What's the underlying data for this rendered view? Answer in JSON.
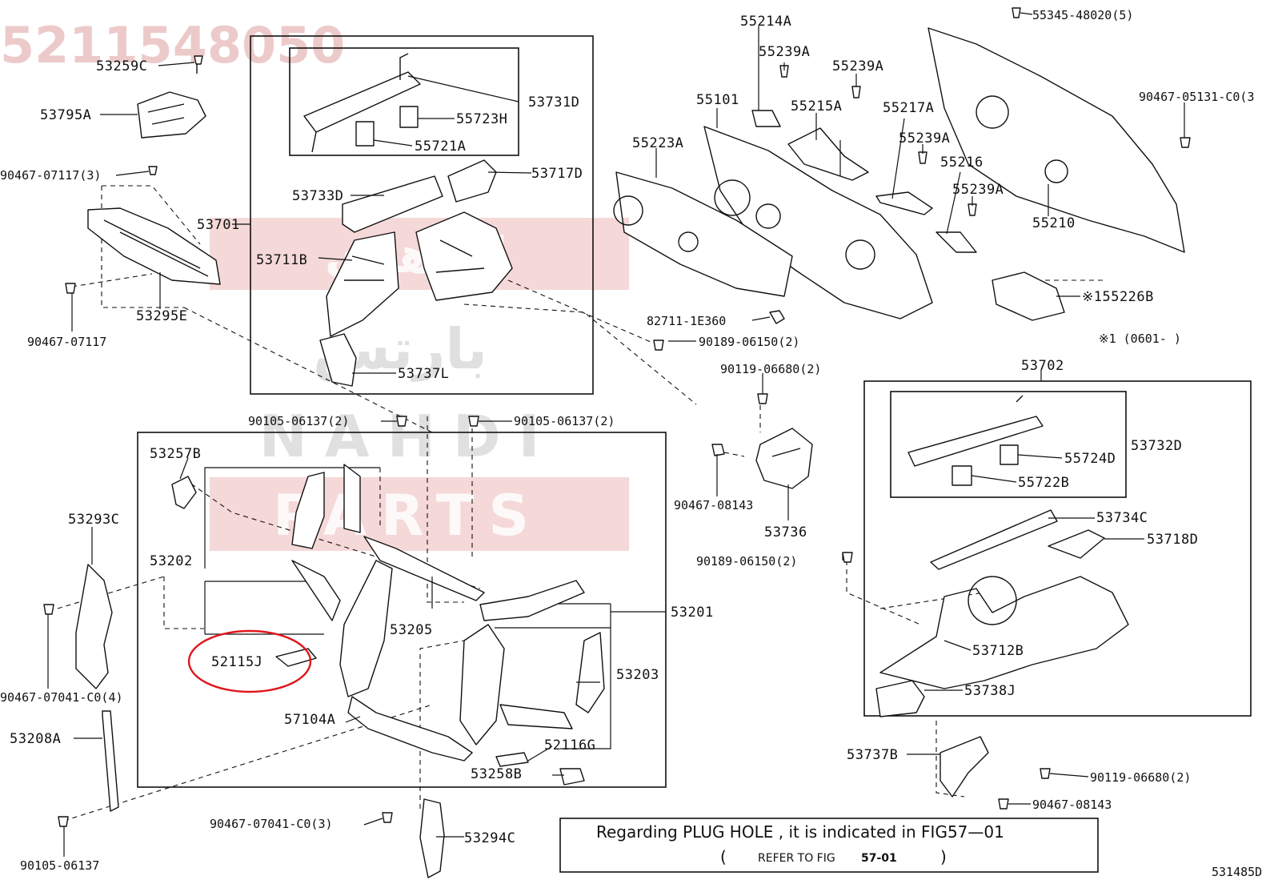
{
  "watermark": {
    "part_number": "5211548050",
    "arabic_text": "الناهدي",
    "arabic_text2": "بارتس",
    "brand_line1": "NAHDI",
    "brand_line2": "PARTS"
  },
  "labels": {
    "p53259C": "53259C",
    "p53795A": "53795A",
    "p90467_07117_3": "90467-07117(3)",
    "p53701": "53701",
    "p53295E": "53295E",
    "p90467_07117": "90467-07117",
    "p53731D": "53731D",
    "p55723H": "55723H",
    "p55721A": "55721A",
    "p53717D": "53717D",
    "p53733D": "53733D",
    "p53711B": "53711B",
    "p53737L": "53737L",
    "p55214A": "55214A",
    "p55239A_1": "55239A",
    "p55239A_2": "55239A",
    "p55101": "55101",
    "p55215A": "55215A",
    "p55217A": "55217A",
    "p55239A_3": "55239A",
    "p55216": "55216",
    "p55239A_4": "55239A",
    "p55223A": "55223A",
    "p55345": "55345-48020(5)",
    "p90467_05131": "90467-05131-C0(3",
    "p55210": "55210",
    "p55226B": "※155226B",
    "p82711": "82711-1E360",
    "p90189_06150_a": "90189-06150(2)",
    "p_note_range": "※1  (0601-     )",
    "p90119_06680_a": "90119-06680(2)",
    "p53702": "53702",
    "p90105_06137_a": "90105-06137(2)",
    "p90105_06137_b": "90105-06137(2)",
    "p53257B": "53257B",
    "p53293C": "53293C",
    "p53202": "53202",
    "p52115J": "52115J",
    "p53205": "53205",
    "p53201": "53201",
    "p53203": "53203",
    "p57104A": "57104A",
    "p52116G": "52116G",
    "p53258B": "53258B",
    "p90467_07041_4": "90467-07041-C0(4)",
    "p53208A": "53208A",
    "p90105_06137_c": "90105-06137",
    "p90467_07041_3": "90467-07041-C0(3)",
    "p53294C": "53294C",
    "p90467_08143_a": "90467-08143",
    "p53736": "53736",
    "p90189_06150_b": "90189-06150(2)",
    "p53732D": "53732D",
    "p55724D": "55724D",
    "p55722B": "55722B",
    "p53734C": "53734C",
    "p53718D": "53718D",
    "p53712B": "53712B",
    "p53738J": "53738J",
    "p53737B": "53737B",
    "p90119_06680_b": "90119-06680(2)",
    "p90467_08143_b": "90467-08143"
  },
  "note": {
    "line1": "Regarding  PLUG  HOLE  , it is  indicated  in  FIG57—01",
    "line2_open": "(",
    "line2_text": "REFER  TO  FIG",
    "line2_fig": "57-01",
    "line2_close": ")"
  },
  "figure_id": "531485D",
  "highlight": {
    "part": "52115J",
    "color": "#e0161b"
  }
}
